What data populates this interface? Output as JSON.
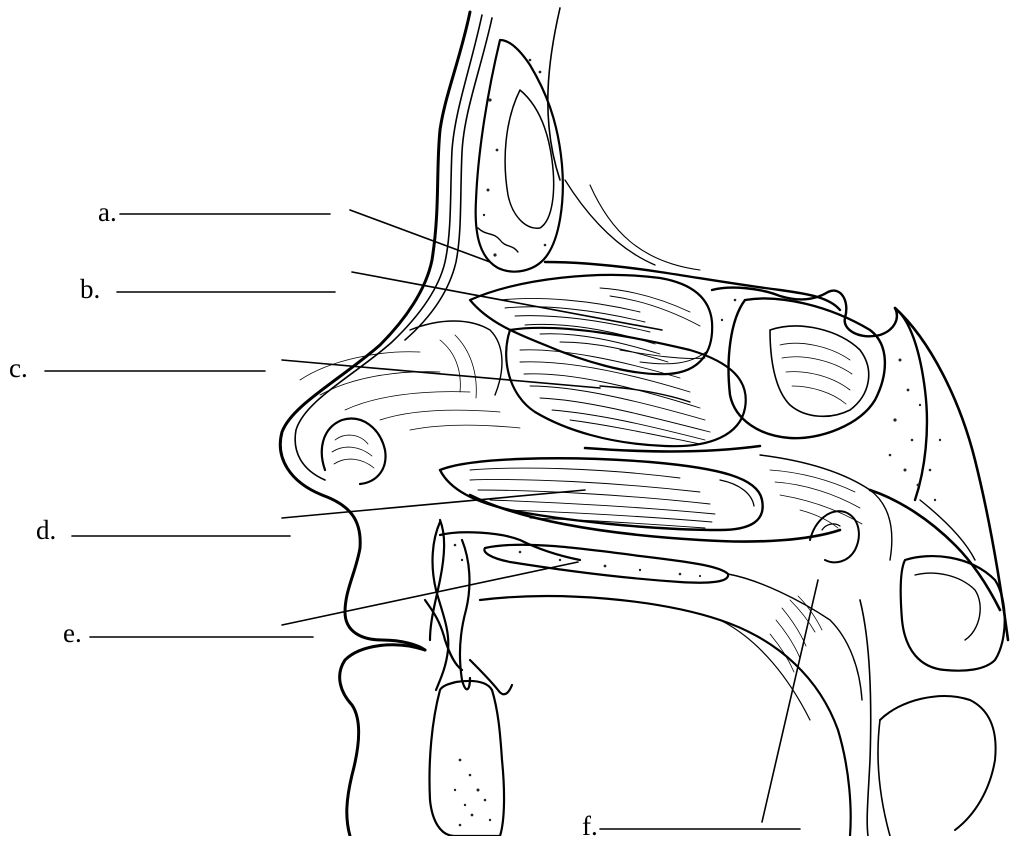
{
  "labels": {
    "a": "a.",
    "b": "b.",
    "c": "c.",
    "d": "d.",
    "e": "e.",
    "f": "f."
  },
  "colors": {
    "ink": "#000000",
    "background": "#ffffff",
    "bone_dots": "#222222"
  }
}
